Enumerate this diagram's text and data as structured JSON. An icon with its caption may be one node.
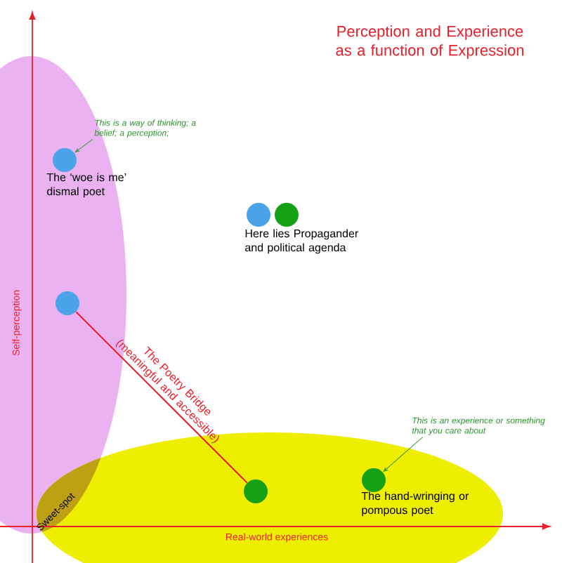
{
  "diagram": {
    "title": "Perception and Experience as a function of Expression",
    "nodes": [
      {
        "text": [],
        "shape": "circle",
        "beside": [
          "The ‘woe is me’ dismal poet"
        ]
      },
      {
        "text": [],
        "shape": "circle"
      },
      {
        "text": [],
        "shape": "circle"
      },
      {
        "text": [],
        "shape": "circle"
      },
      {
        "text": [],
        "shape": "circle"
      },
      {
        "text": [],
        "shape": "circle",
        "beside": [
          "The hand-wringing or pompous poet"
        ]
      },
      {
        "text": [
          "This is a way of thinking; a belief; a perception;"
        ]
      },
      {
        "text": [
          "This is an experience or something that you care about"
        ]
      }
    ],
    "edges": [
      {
        "from": 3,
        "to": 4,
        "arrow": "none",
        "label": "The Poetry Bridge (meaningful and accessible)",
        "color": "#e8202a"
      },
      {
        "from": 6,
        "to": 0,
        "arrow": "to"
      },
      {
        "from": 7,
        "to": 5,
        "arrow": "to"
      }
    ],
    "labels": [
      "Here lies Propagander and political agenda",
      "Self-perception",
      "Real-world experiences",
      "Sweet-spot"
    ]
  }
}
